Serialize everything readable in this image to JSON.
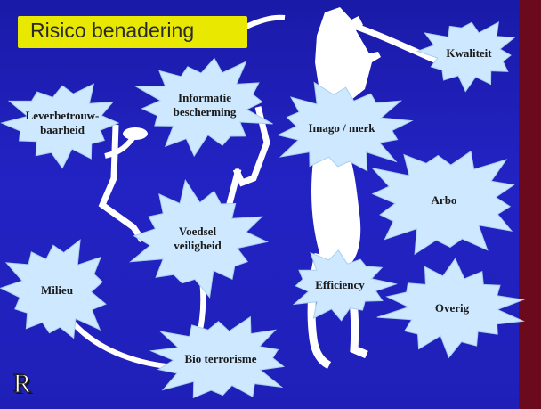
{
  "slide": {
    "title": "Risico benadering",
    "colors": {
      "background": "#2323c4",
      "title_box": "#e8e800",
      "side_bar": "#6b0a1c",
      "burst_fill": "#cde8ff",
      "figure": "#ffffff"
    },
    "logo": {
      "text": "R",
      "icon": "registered-mark-icon"
    },
    "risks": [
      {
        "id": "leverbetrouwbaarheid",
        "lines": [
          "Leverbetrouw-",
          "baarheid"
        ]
      },
      {
        "id": "informatie",
        "lines": [
          "Informatie",
          "bescherming"
        ]
      },
      {
        "id": "imago",
        "lines": [
          "Imago / merk"
        ]
      },
      {
        "id": "kwaliteit",
        "lines": [
          "Kwaliteit"
        ]
      },
      {
        "id": "arbo",
        "lines": [
          "Arbo"
        ]
      },
      {
        "id": "voedsel",
        "lines": [
          "Voedsel",
          "veiligheid"
        ]
      },
      {
        "id": "milieu",
        "lines": [
          "Milieu"
        ]
      },
      {
        "id": "efficiency",
        "lines": [
          "Efficiency"
        ]
      },
      {
        "id": "overig",
        "lines": [
          "Overig"
        ]
      },
      {
        "id": "bio",
        "lines": [
          "Bio terrorisme"
        ]
      }
    ]
  }
}
